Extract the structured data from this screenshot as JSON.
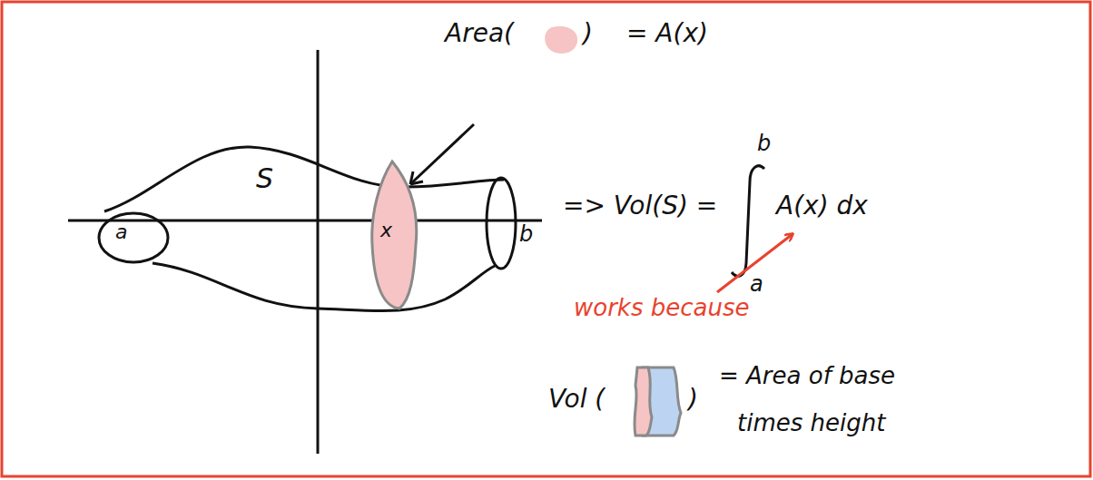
{
  "diagram": {
    "labels": [
      "Area(",
      ")",
      "= A(x)",
      "S",
      "a",
      "x",
      "b",
      "=> Vol(S) =",
      "b",
      "a",
      "A(x) dx",
      "works because",
      "Vol (",
      ")",
      "= Area of base",
      "times height"
    ]
  }
}
